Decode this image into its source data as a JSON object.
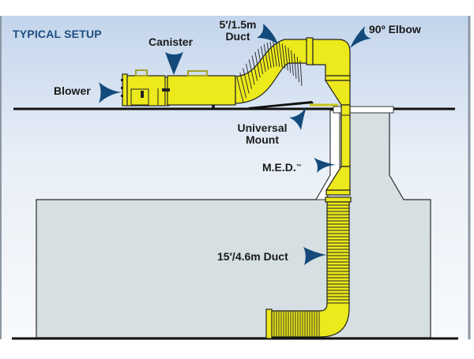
{
  "title": "TYPICAL SETUP",
  "colors": {
    "sky_top": "#c3d5ec",
    "sky_bottom": "#f6f8fb",
    "tank": "#d6dfe1",
    "yellow": "#ece91c",
    "arrow": "#134a7a",
    "ground": "#111111",
    "frame": "#9aa6b2"
  },
  "labels": {
    "blower": "Blower",
    "canister": "Canister",
    "duct_short_line1": "5′/1.5m",
    "duct_short_line2": "Duct",
    "elbow": "90º Elbow",
    "mount_line1": "Universal",
    "mount_line2": "Mount",
    "med": "M.E.D.",
    "med_tm": "™",
    "duct_long": "15′/4.6m Duct"
  }
}
